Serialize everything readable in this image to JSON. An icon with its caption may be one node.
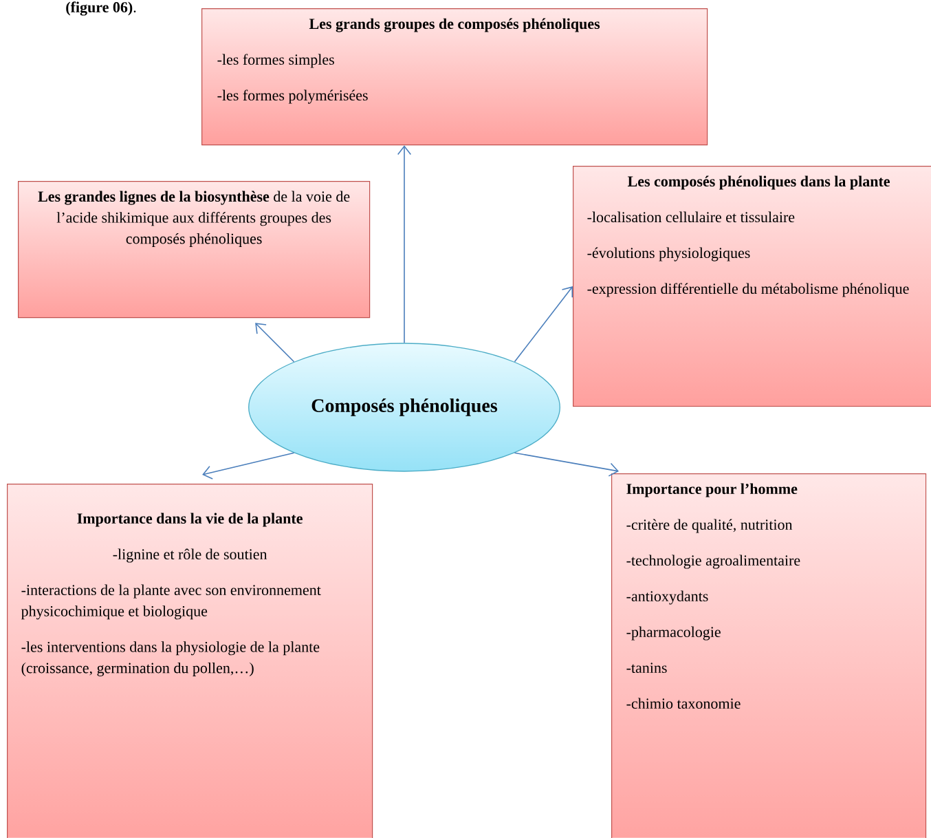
{
  "diagram": {
    "nodes": [
      {
        "text": [
          "Les grands groupes de composés phénoliques",
          "-les formes simples",
          "-les formes polymérisées"
        ]
      },
      {
        "text": [
          "**Les grandes lignes de la biosynthèse** de la voie de l’acide shikimique aux différents groupes des composés phénoliques"
        ]
      },
      {
        "text": [
          "Les composés phénoliques dans la plante",
          "-localisation cellulaire et tissulaire",
          "-évolutions physiologiques",
          "-expression différentielle du métabolisme phénolique"
        ]
      },
      {
        "text": [
          "Composés phénoliques"
        ]
      },
      {
        "text": [
          "Importance dans la vie de la plante",
          "-lignine et rôle de soutien",
          "-interactions de la plante avec son environnement physicochimique et biologique",
          "-les interventions dans la physiologie de la plante (croissance, germination du pollen,…)"
        ]
      },
      {
        "text": [
          "Importance pour l’homme",
          "-critère de qualité, nutrition",
          "-technologie agroalimentaire",
          "-antioxydants",
          "-pharmacologie",
          "-tanins",
          "-chimio taxonomie"
        ]
      }
    ],
    "edges": [
      {
        "from": 3,
        "to": 0,
        "arrow": "to"
      },
      {
        "from": 3,
        "to": 1,
        "arrow": "to"
      },
      {
        "from": 3,
        "to": 2,
        "arrow": "to"
      },
      {
        "from": 3,
        "to": 4,
        "arrow": "to"
      },
      {
        "from": 3,
        "to": 5,
        "arrow": "to"
      }
    ],
    "labels": [
      "**(figure 06)**."
    ]
  }
}
